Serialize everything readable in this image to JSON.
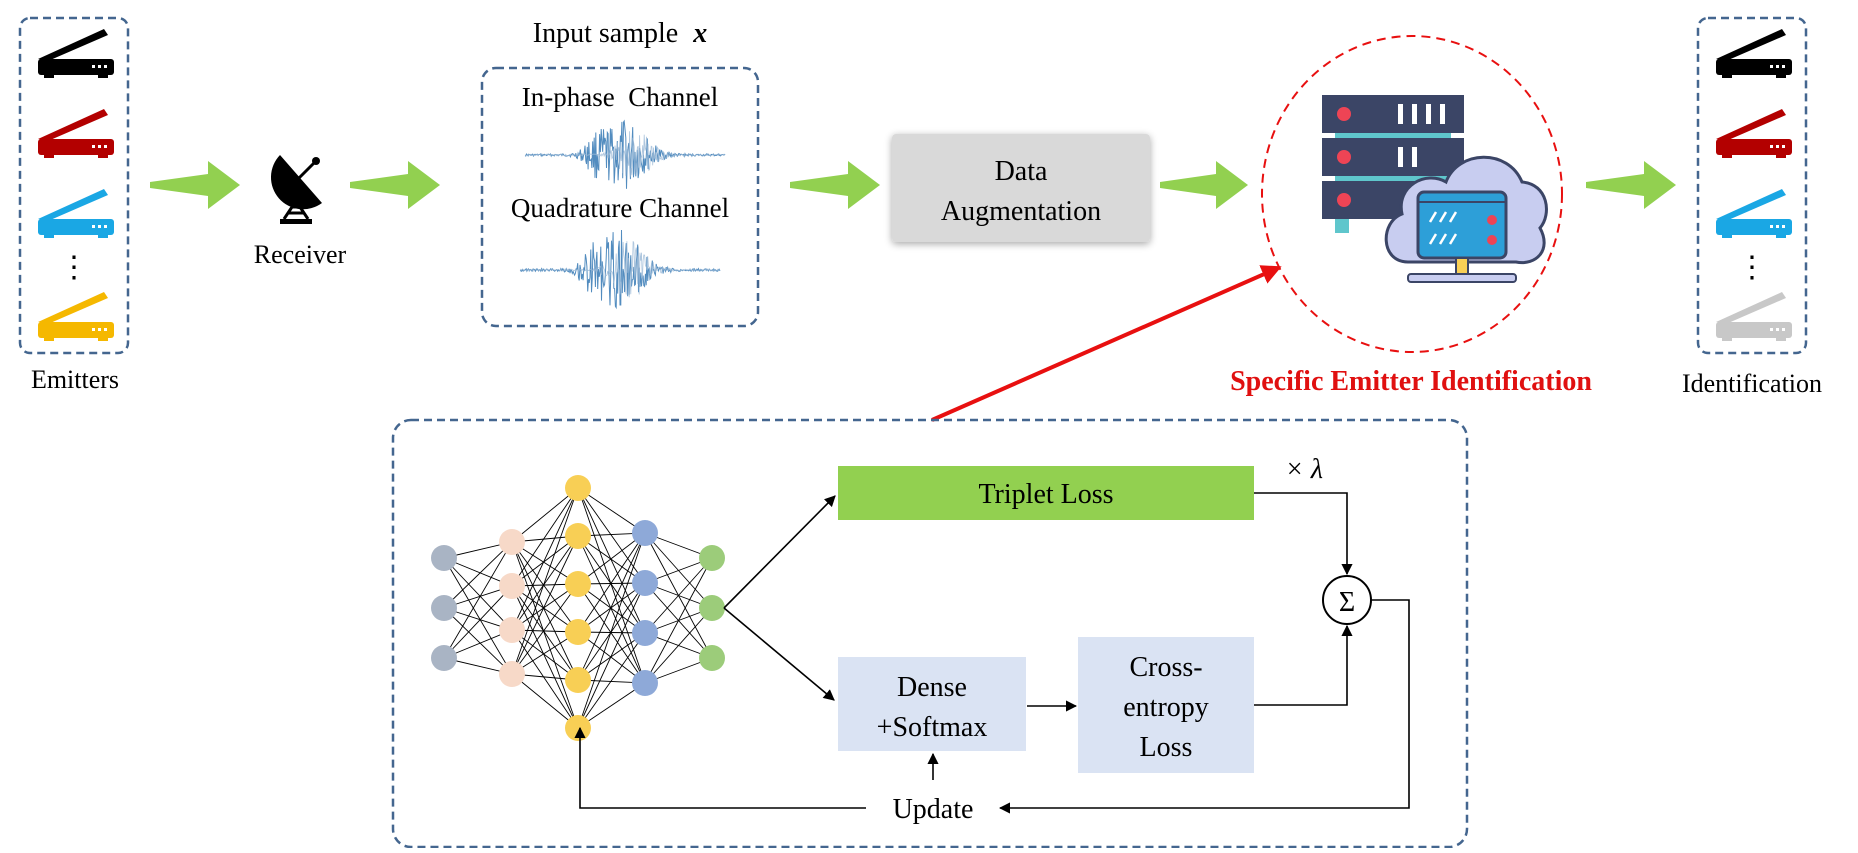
{
  "emitters": {
    "label": "Emitters",
    "devices": [
      {
        "color": "#000000"
      },
      {
        "color": "#b30000"
      },
      {
        "color": "#1aa7e4"
      },
      {
        "color": "#f5b800"
      }
    ],
    "ellipsis": "⋮"
  },
  "receiver": {
    "label": "Receiver",
    "icon": "satellite-dish-icon"
  },
  "input_sample": {
    "title": "Input sample",
    "symbol": "x",
    "channel_i": "In-phase  Channel",
    "channel_q": "Quadrature Channel"
  },
  "augmentation": {
    "line1": "Data",
    "line2": "Augmentation"
  },
  "sei": {
    "label": "Specific Emitter Identification",
    "label_color": "#e01010",
    "icon": "server-cloud-icon"
  },
  "identification": {
    "label": "Identification",
    "devices": [
      {
        "color": "#000000"
      },
      {
        "color": "#b30000"
      },
      {
        "color": "#1aa7e4"
      },
      {
        "color": "#c8c8c8"
      }
    ],
    "ellipsis": "⋮"
  },
  "network": {
    "layers": [
      {
        "count": 3,
        "color": "#a9b4c4"
      },
      {
        "count": 4,
        "color": "#f7d9c8"
      },
      {
        "count": 6,
        "color": "#f8cf55"
      },
      {
        "count": 4,
        "color": "#8ea9d8"
      },
      {
        "count": 3,
        "color": "#9ccc7a"
      }
    ]
  },
  "triplet_loss": {
    "label": "Triplet Loss",
    "weight": "× λ",
    "color": "#92d050"
  },
  "dense": {
    "line1": "Dense",
    "line2": "+Softmax",
    "color": "#dae3f3"
  },
  "cross_entropy": {
    "line1": "Cross-",
    "line2": "entropy",
    "line3": "Loss",
    "color": "#dae3f3"
  },
  "sum_symbol": "Σ",
  "update": "Update",
  "colors": {
    "flow_arrow": "#92d050",
    "dashed_border": "#44668f",
    "red_link": "#e81010"
  }
}
